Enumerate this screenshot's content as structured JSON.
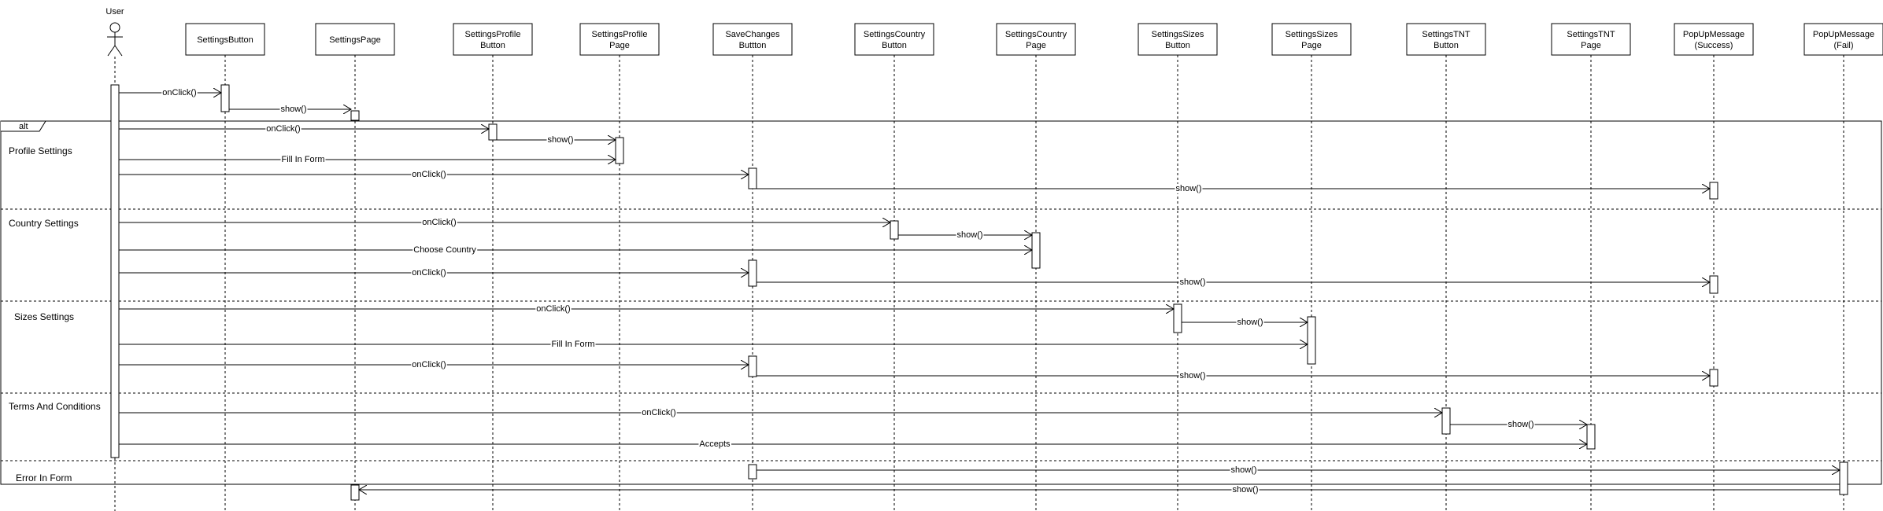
{
  "actor": {
    "name": "User"
  },
  "participants": [
    {
      "id": "settingsButton",
      "lines": [
        "SettingsButton"
      ]
    },
    {
      "id": "settingsPage",
      "lines": [
        "SettingsPage"
      ]
    },
    {
      "id": "profileButton",
      "lines": [
        "SettingsProfile",
        "Button"
      ]
    },
    {
      "id": "profilePage",
      "lines": [
        "SettingsProfile",
        "Page"
      ]
    },
    {
      "id": "saveButton",
      "lines": [
        "SaveChanges",
        "Buttton"
      ]
    },
    {
      "id": "countryButton",
      "lines": [
        "SettingsCountry",
        "Button"
      ]
    },
    {
      "id": "countryPage",
      "lines": [
        "SettingsCountry",
        "Page"
      ]
    },
    {
      "id": "sizesButton",
      "lines": [
        "SettingsSizes",
        "Button"
      ]
    },
    {
      "id": "sizesPage",
      "lines": [
        "SettingsSizes",
        "Page"
      ]
    },
    {
      "id": "tntButton",
      "lines": [
        "SettingsTNT",
        "Button"
      ]
    },
    {
      "id": "tntPage",
      "lines": [
        "SettingsTNT",
        "Page"
      ]
    },
    {
      "id": "popupSuccess",
      "lines": [
        "PopUpMessage",
        "(Success)"
      ]
    },
    {
      "id": "popupFail",
      "lines": [
        "PopUpMessage",
        "(Fail)"
      ]
    }
  ],
  "fragment": {
    "operator": "alt",
    "sections": [
      {
        "guard": "Profile Settings"
      },
      {
        "guard": "Country Settings"
      },
      {
        "guard": "Sizes Settings"
      },
      {
        "guard": "Terms And Conditions"
      },
      {
        "guard": "Error In Form"
      }
    ]
  },
  "messages": [
    {
      "from": "user",
      "to": "settingsButton",
      "label": "onClick()"
    },
    {
      "from": "settingsButton",
      "to": "settingsPage",
      "label": "show()"
    },
    {
      "from": "user",
      "to": "profileButton",
      "label": "onClick()"
    },
    {
      "from": "profileButton",
      "to": "profilePage",
      "label": "show()"
    },
    {
      "from": "user",
      "to": "profilePage",
      "label": "Fill In Form"
    },
    {
      "from": "user",
      "to": "saveButton",
      "label": "onClick()"
    },
    {
      "from": "saveButton",
      "to": "popupSuccess",
      "label": "show()"
    },
    {
      "from": "user",
      "to": "countryButton",
      "label": "onClick()"
    },
    {
      "from": "countryButton",
      "to": "countryPage",
      "label": "show()"
    },
    {
      "from": "user",
      "to": "countryPage",
      "label": "Choose Country"
    },
    {
      "from": "user",
      "to": "saveButton",
      "label": "onClick()"
    },
    {
      "from": "saveButton",
      "to": "popupSuccess",
      "label": "show()"
    },
    {
      "from": "user",
      "to": "sizesButton",
      "label": "onClick()"
    },
    {
      "from": "sizesButton",
      "to": "sizesPage",
      "label": "show()"
    },
    {
      "from": "user",
      "to": "sizesPage",
      "label": "Fill In Form"
    },
    {
      "from": "user",
      "to": "saveButton",
      "label": "onClick()"
    },
    {
      "from": "saveButton",
      "to": "popupSuccess",
      "label": "show()"
    },
    {
      "from": "user",
      "to": "tntButton",
      "label": "onClick()"
    },
    {
      "from": "tntButton",
      "to": "tntPage",
      "label": "show()"
    },
    {
      "from": "user",
      "to": "tntPage",
      "label": "Accepts"
    },
    {
      "from": "saveButton",
      "to": "popupFail",
      "label": "show()"
    },
    {
      "from": "popupFail",
      "to": "settingsPage",
      "label": "show()"
    }
  ]
}
